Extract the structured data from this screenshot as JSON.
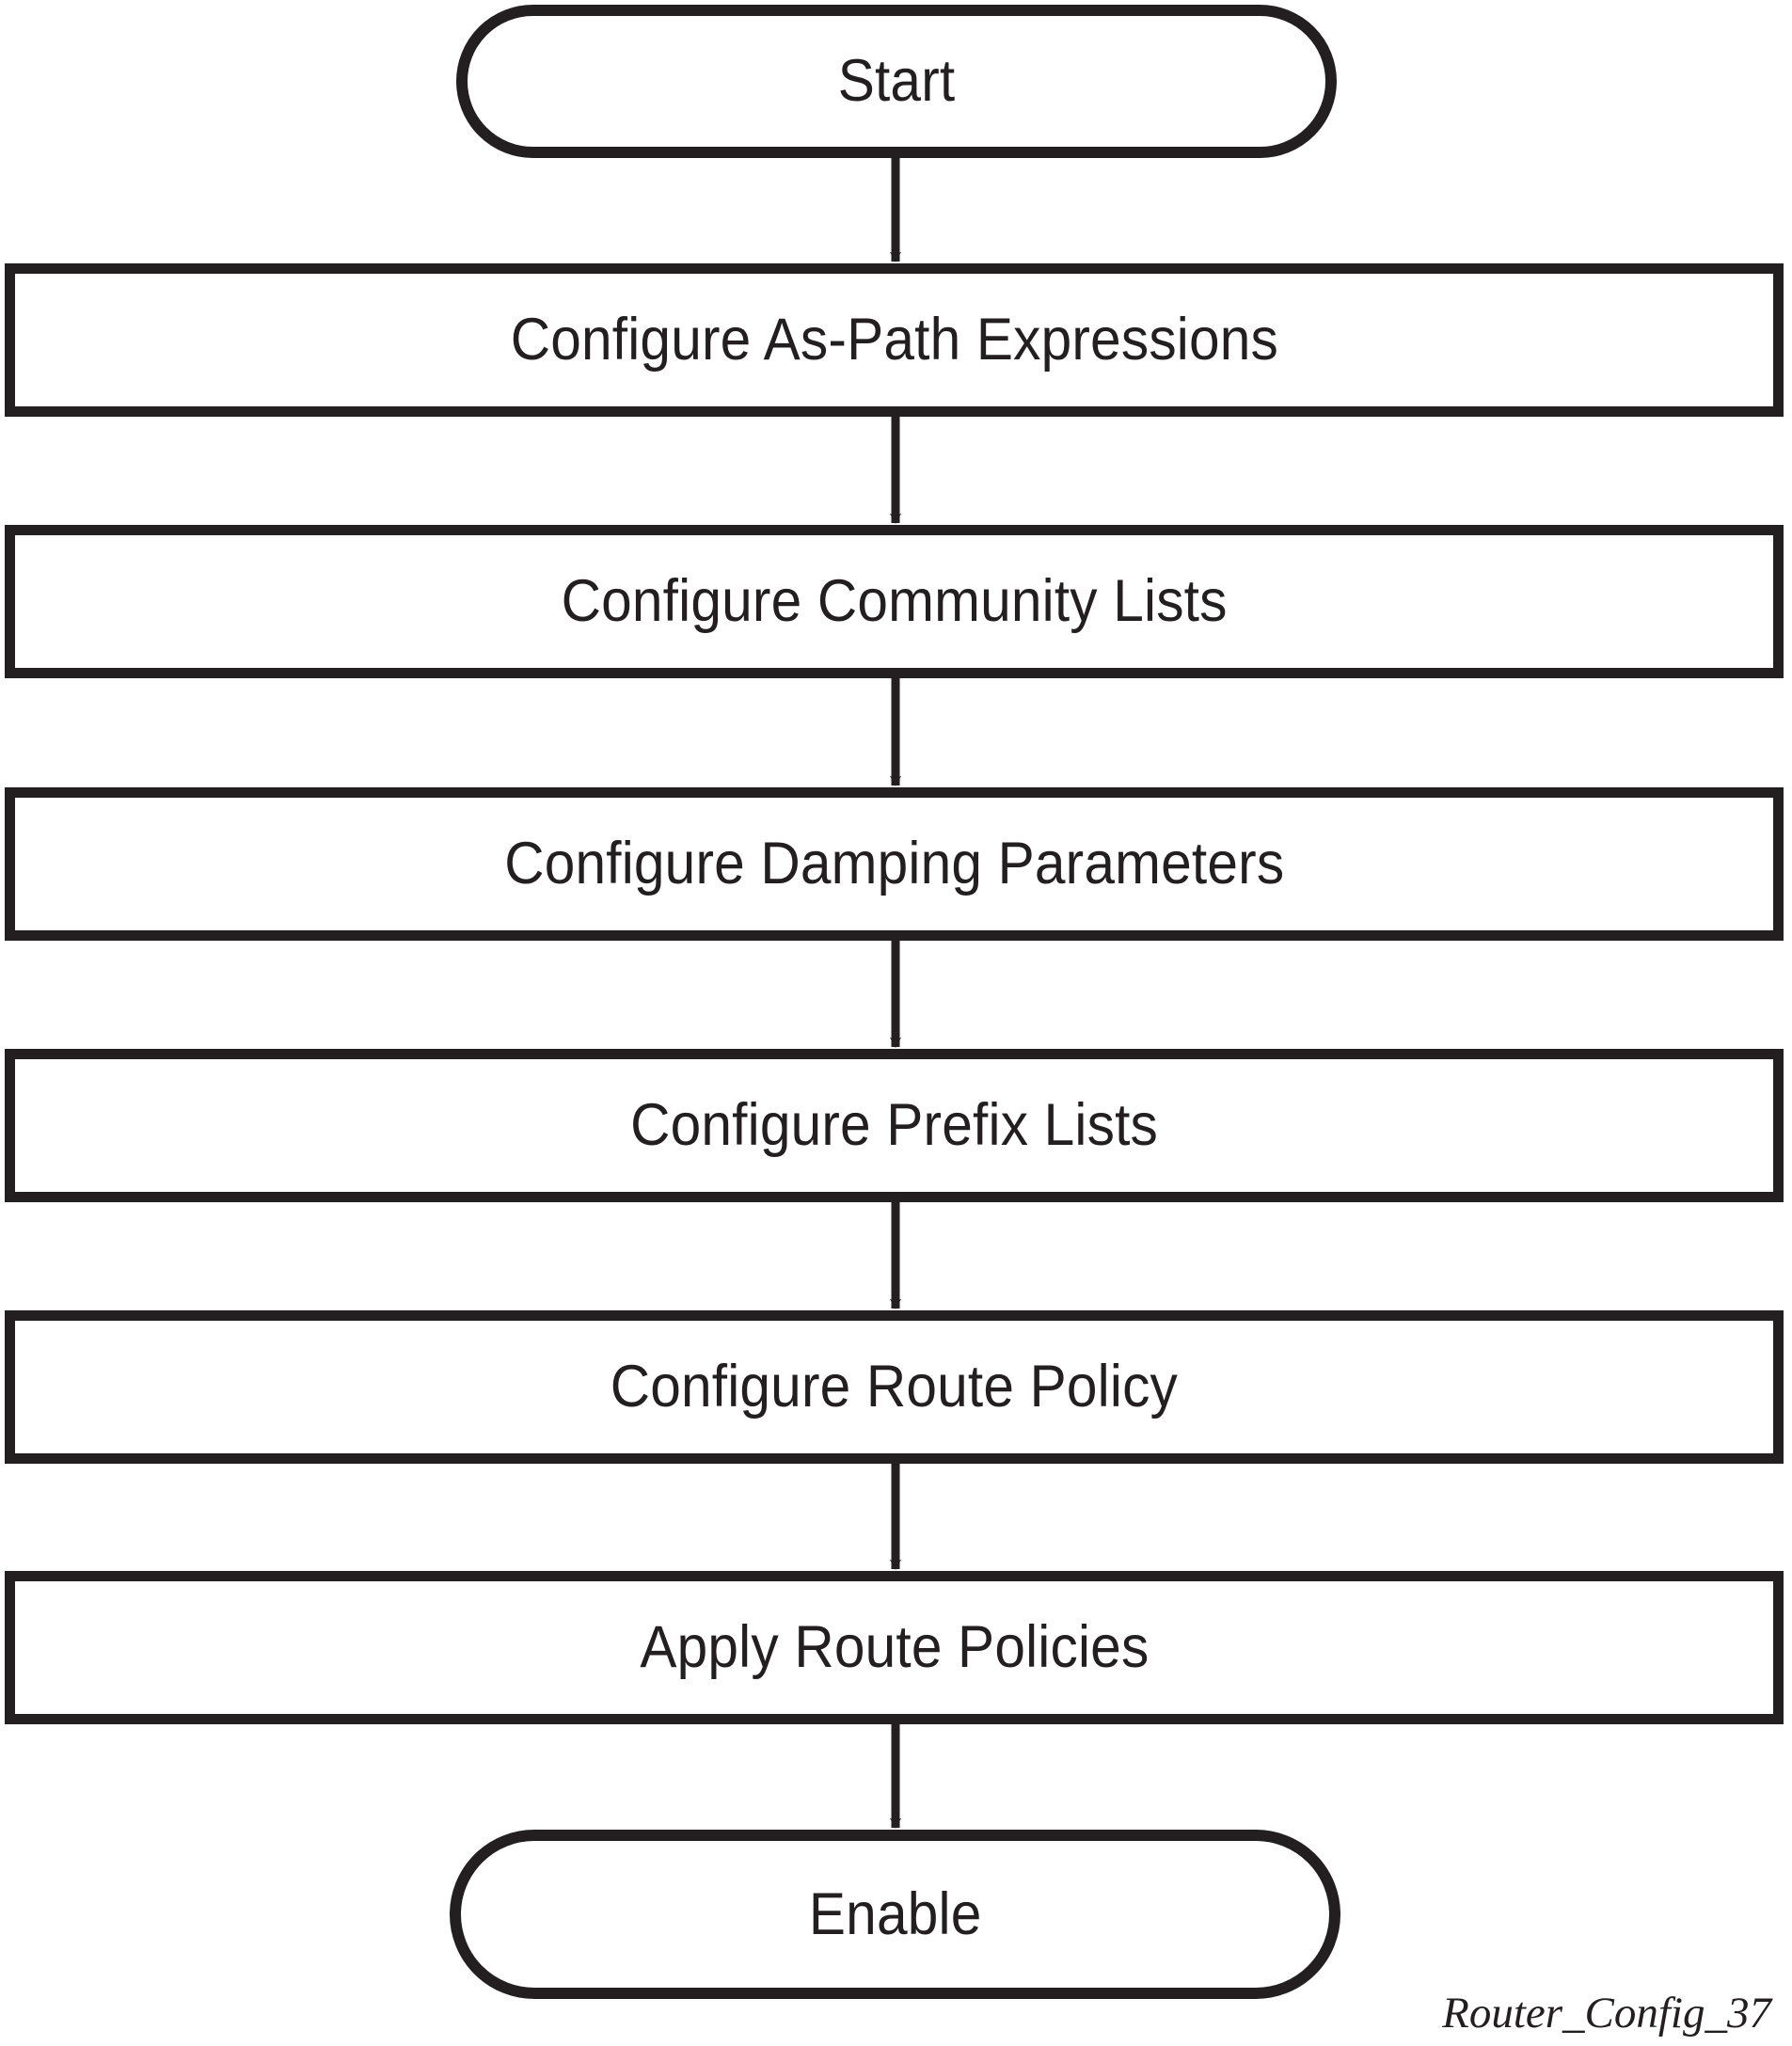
{
  "diagram": {
    "title": "Router_Config_37",
    "type": "flowchart",
    "orientation": "top-to-bottom",
    "colors": {
      "stroke": "#231f20",
      "fill": "#ffffff",
      "text": "#231f20",
      "background": "#ffffff"
    },
    "nodes": [
      {
        "id": "start",
        "shape": "terminal",
        "label": "Start"
      },
      {
        "id": "step-1",
        "shape": "process",
        "label": "Configure As-Path Expressions"
      },
      {
        "id": "step-2",
        "shape": "process",
        "label": "Configure Community Lists"
      },
      {
        "id": "step-3",
        "shape": "process",
        "label": "Configure Damping Parameters"
      },
      {
        "id": "step-4",
        "shape": "process",
        "label": "Configure Prefix Lists"
      },
      {
        "id": "step-5",
        "shape": "process",
        "label": "Configure Route Policy"
      },
      {
        "id": "step-6",
        "shape": "process",
        "label": "Apply Route Policies"
      },
      {
        "id": "enable",
        "shape": "terminal",
        "label": "Enable"
      }
    ],
    "edges": [
      {
        "from": "start",
        "to": "step-1",
        "style": "arrow-down"
      },
      {
        "from": "step-1",
        "to": "step-2",
        "style": "arrow-down"
      },
      {
        "from": "step-2",
        "to": "step-3",
        "style": "arrow-down"
      },
      {
        "from": "step-3",
        "to": "step-4",
        "style": "arrow-down"
      },
      {
        "from": "step-4",
        "to": "step-5",
        "style": "arrow-down"
      },
      {
        "from": "step-5",
        "to": "step-6",
        "style": "arrow-down"
      },
      {
        "from": "step-6",
        "to": "enable",
        "style": "arrow-down"
      }
    ],
    "caption": "Router_Config_37"
  }
}
